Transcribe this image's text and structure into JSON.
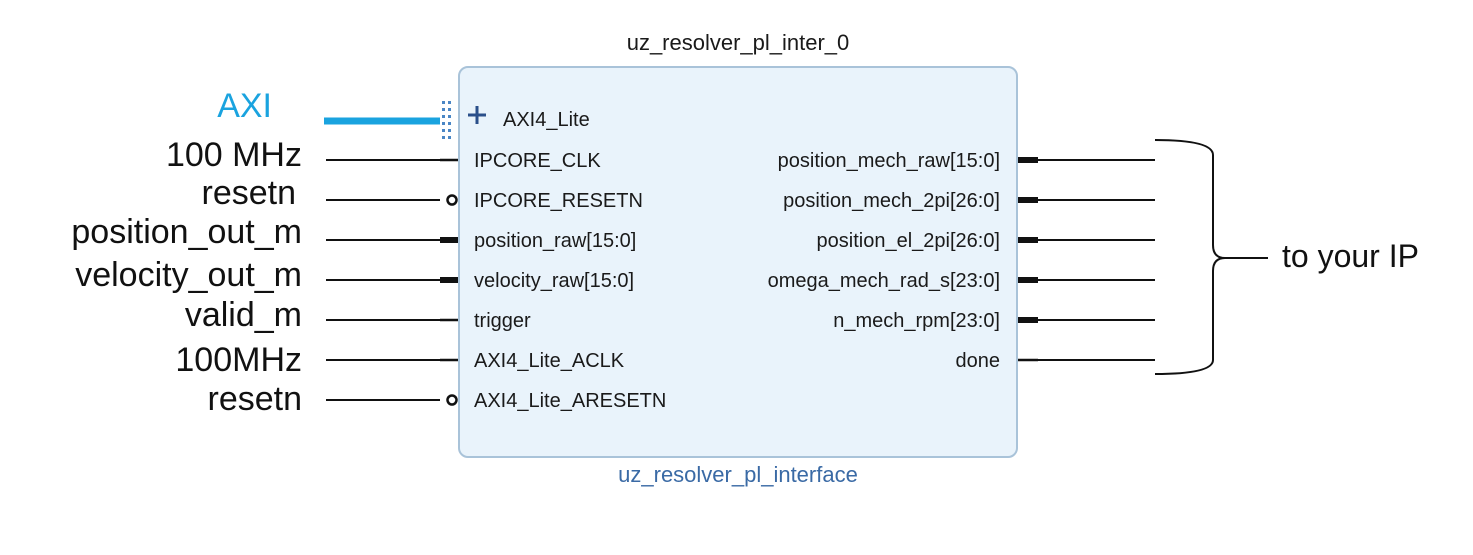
{
  "block": {
    "instance_name": "uz_resolver_pl_inter_0",
    "type_name": "uz_resolver_pl_interface",
    "axi_port": "AXI4_Lite",
    "axi_expand_icon": "plus-icon"
  },
  "inputs": [
    {
      "port": "IPCORE_CLK",
      "external": "100 MHz",
      "kind": "single"
    },
    {
      "port": "IPCORE_RESETN",
      "external": "resetn",
      "kind": "inverted"
    },
    {
      "port": "position_raw[15:0]",
      "external": "position_out_m",
      "kind": "bus"
    },
    {
      "port": "velocity_raw[15:0]",
      "external": "velocity_out_m",
      "kind": "bus"
    },
    {
      "port": "trigger",
      "external": "valid_m",
      "kind": "single"
    },
    {
      "port": "AXI4_Lite_ACLK",
      "external": "100MHz",
      "kind": "single"
    },
    {
      "port": "AXI4_Lite_ARESETN",
      "external": "resetn",
      "kind": "inverted"
    }
  ],
  "outputs": [
    {
      "port": "position_mech_raw[15:0]",
      "kind": "bus"
    },
    {
      "port": "position_mech_2pi[26:0]",
      "kind": "bus"
    },
    {
      "port": "position_el_2pi[26:0]",
      "kind": "bus"
    },
    {
      "port": "omega_mech_rad_s[23:0]",
      "kind": "bus"
    },
    {
      "port": "n_mech_rpm[23:0]",
      "kind": "bus"
    },
    {
      "port": "done",
      "kind": "single"
    }
  ],
  "external_labels": {
    "axi": "AXI",
    "outputs_target": "to your IP"
  },
  "colors": {
    "axi": "#1aa3df",
    "block_fill": "#e9f3fb",
    "block_border": "#a9c3d9",
    "type_name": "#3a6aa5",
    "line": "#111111"
  }
}
